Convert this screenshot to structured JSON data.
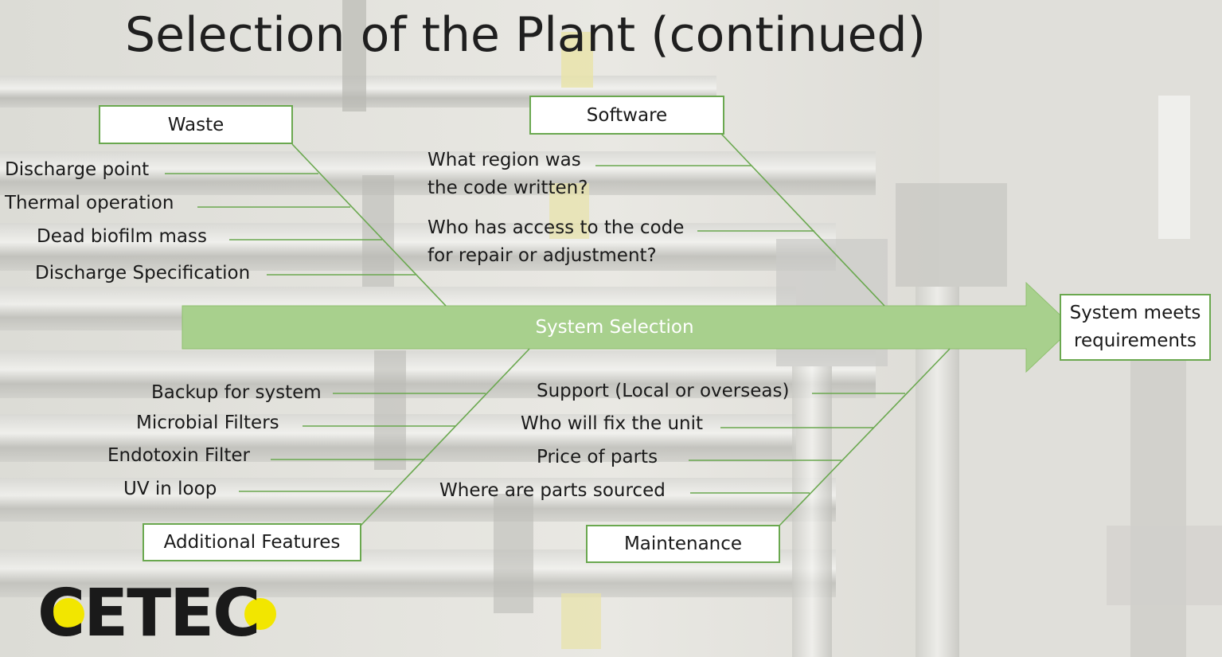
{
  "title": "Selection of the Plant (continued)",
  "colors": {
    "accent_green": "#a8d08d",
    "line_green": "#6aa84f",
    "logo_yellow": "#f2e600",
    "logo_black": "#1a1a1a"
  },
  "diagram": {
    "spine_label": "System Selection",
    "effect": {
      "line1": "System meets",
      "line2": "requirements"
    },
    "categories": {
      "waste": {
        "label": "Waste",
        "causes": [
          "Discharge point",
          "Thermal operation",
          "Dead biofilm mass",
          "Discharge Specification"
        ]
      },
      "software": {
        "label": "Software",
        "causes": [
          {
            "line1": "What region was",
            "line2": "the code written?"
          },
          {
            "line1": "Who has access to the code",
            "line2": "for repair or adjustment?"
          }
        ]
      },
      "additional_features": {
        "label": "Additional Features",
        "causes": [
          "Backup for system",
          "Microbial Filters",
          "Endotoxin Filter",
          "UV in loop"
        ]
      },
      "maintenance": {
        "label": "Maintenance",
        "causes": [
          "Support (Local or overseas)",
          "Who will fix the unit",
          "Price of parts",
          "Where are parts sourced"
        ]
      }
    }
  },
  "logo": {
    "text": "CETEC"
  }
}
